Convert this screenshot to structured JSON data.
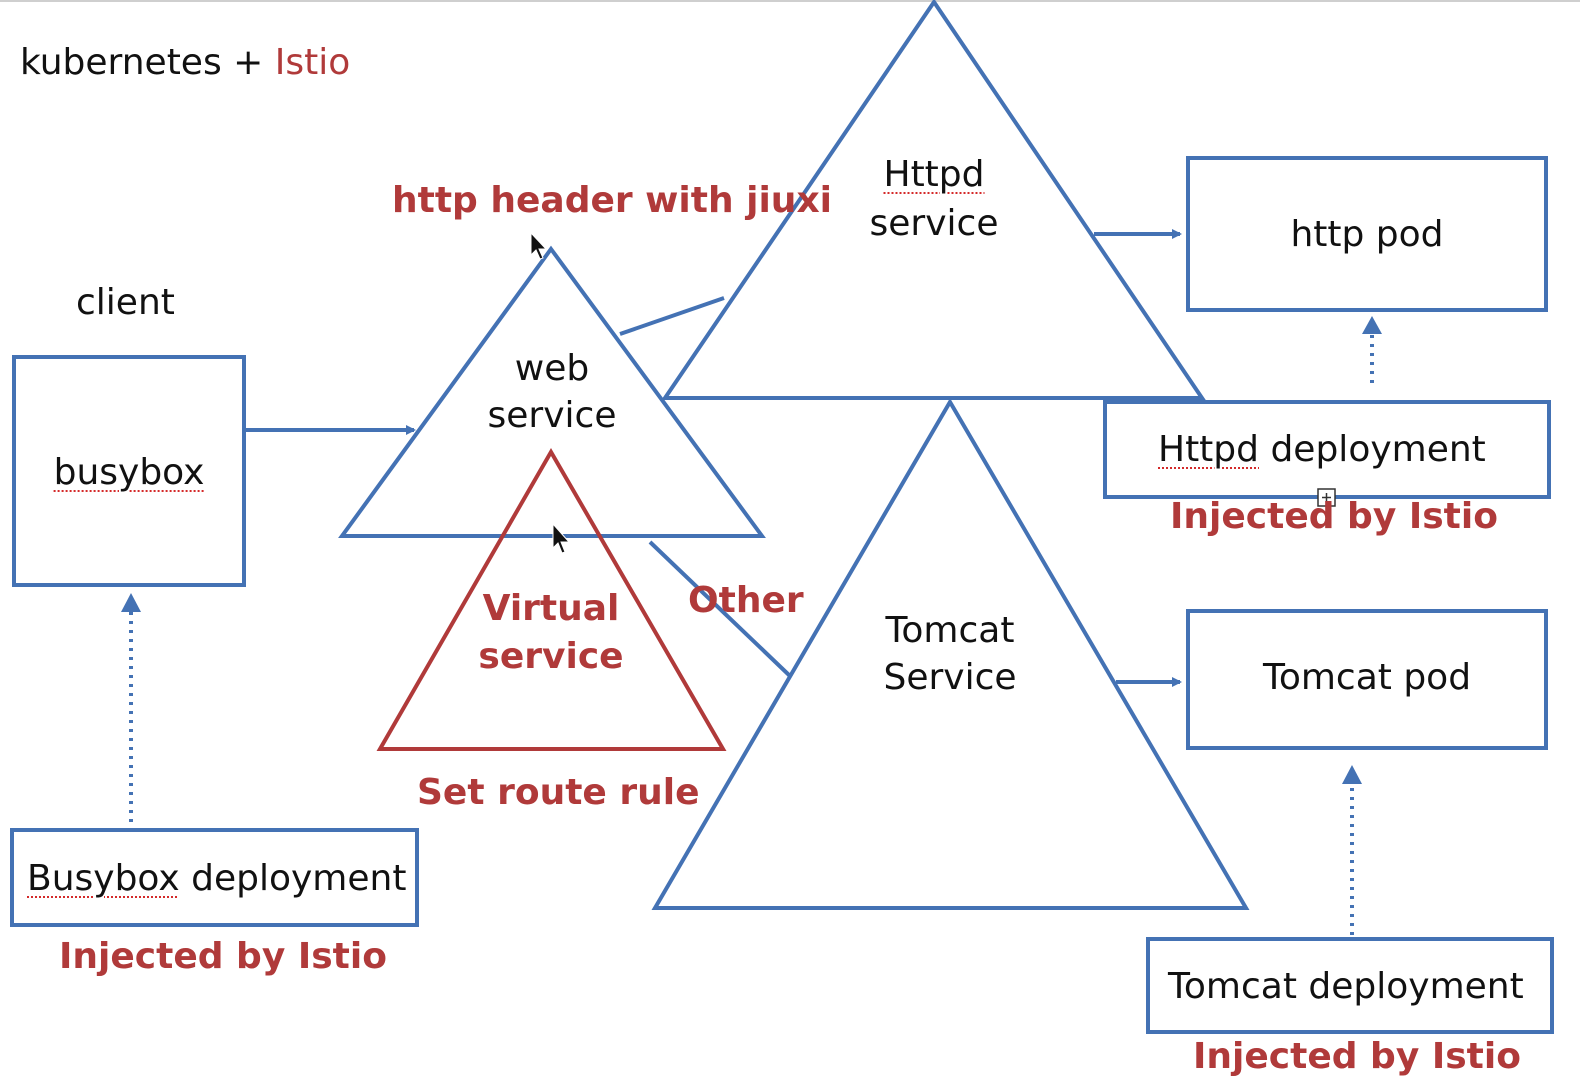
{
  "title": {
    "prefix": "kubernetes + ",
    "highlight": "Istio"
  },
  "client_label": "client",
  "nodes": {
    "busybox": "busybox",
    "web_service": {
      "line1": "web",
      "line2": "service"
    },
    "virtual_service": {
      "line1": "Virtual",
      "line2": "service"
    },
    "httpd_service": {
      "line1": "Httpd",
      "line2": "service"
    },
    "tomcat_service": {
      "line1": "Tomcat",
      "line2": "Service"
    },
    "http_pod": "http pod",
    "tomcat_pod": "Tomcat pod",
    "httpd_deployment": "Httpd deployment",
    "busybox_deployment": "Busybox deployment",
    "tomcat_deployment": "Tomcat deployment"
  },
  "annotations": {
    "http_header": "http header with jiuxi",
    "other": "Other",
    "set_route_rule": "Set route rule",
    "injected_httpd": "Injected by Istio",
    "injected_busybox": "Injected by Istio",
    "injected_tomcat": "Injected by Istio"
  },
  "colors": {
    "blue": "#4472b4",
    "red": "#b03a3a",
    "text": "#111111"
  }
}
